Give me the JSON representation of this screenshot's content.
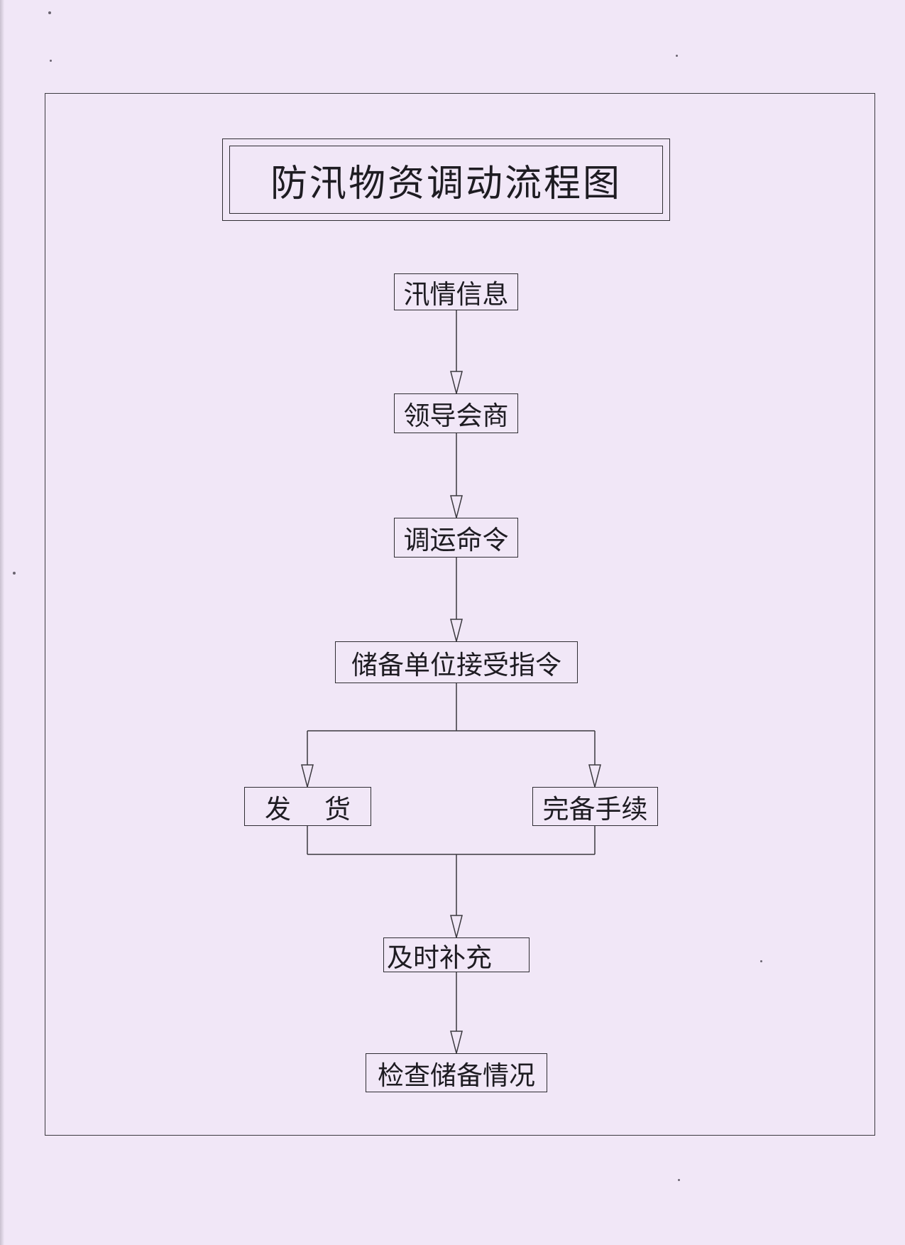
{
  "title": "防汛物资调动流程图",
  "nodes": {
    "flood_info": "汛情信息",
    "leader_consult": "领导会商",
    "dispatch_order": "调运命令",
    "receive_instruction": "储备单位接受指令",
    "ship_goods": "发    货",
    "complete_procedures": "完备手续",
    "timely_replenish": "及时补充",
    "check_reserves": "检查储备情况"
  }
}
